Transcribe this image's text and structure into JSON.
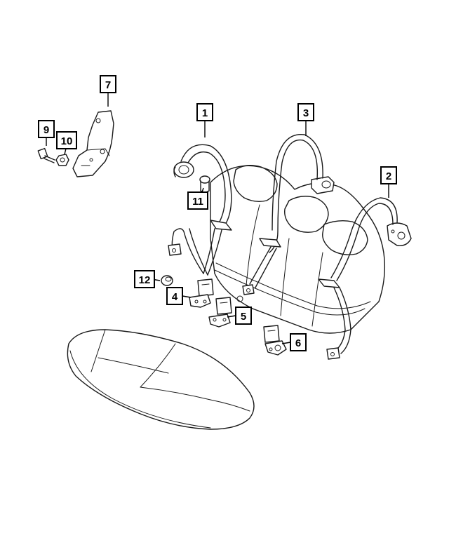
{
  "callouts": [
    {
      "id": "1",
      "label": "1"
    },
    {
      "id": "2",
      "label": "2"
    },
    {
      "id": "3",
      "label": "3"
    },
    {
      "id": "4",
      "label": "4"
    },
    {
      "id": "5",
      "label": "5"
    },
    {
      "id": "6",
      "label": "6"
    },
    {
      "id": "7",
      "label": "7"
    },
    {
      "id": "9",
      "label": "9"
    },
    {
      "id": "10",
      "label": "10"
    },
    {
      "id": "11",
      "label": "11"
    },
    {
      "id": "12",
      "label": "12"
    }
  ],
  "colors": {
    "line": "#1a1a1a",
    "background": "#ffffff"
  }
}
